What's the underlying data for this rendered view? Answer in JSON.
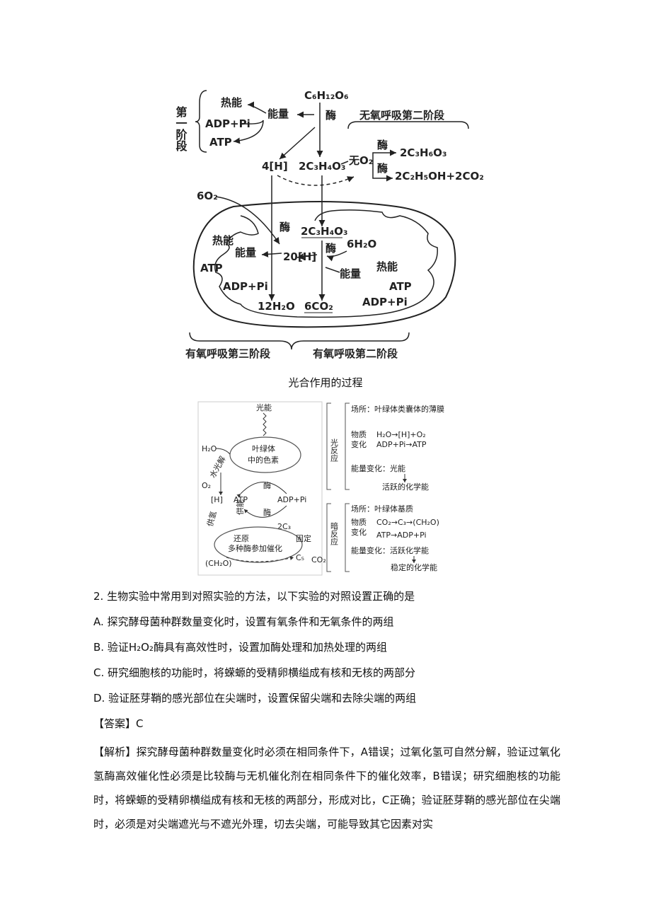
{
  "figure1": {
    "stage1_label": "第一阶段",
    "glucose": "C₆H₁₂O₆",
    "heat_top": "热能",
    "energy_top": "能量",
    "enzyme_top": "酶",
    "adp_pi_top": "ADP+Pi",
    "atp_top": "ATP",
    "h4": "4[H]",
    "pyruvate_top": "2C₃H₄O₃",
    "anaerobic_stage2": "无氧呼吸第二阶段",
    "no_o2": "无O₂",
    "enz_a": "酶",
    "enz_b": "酶",
    "lactate": "2C₃H₆O₃",
    "ethanol": "2C₂H₅OH+2CO₂",
    "o2_6": "6O₂",
    "enzyme_mid": "酶",
    "pyruvate_mito": "2C₃H₄O₃",
    "h20": "20[H]",
    "enzyme_mid2": "酶",
    "water6": "6H₂O",
    "heat_left": "热能",
    "energy_left": "能量",
    "atp_left": "ATP",
    "adp_pi_left": "ADP+Pi",
    "water12": "12H₂O",
    "co2_6": "6CO₂",
    "energy_right": "能量",
    "heat_right": "热能",
    "atp_right": "ATP",
    "adp_pi_right": "ADP+Pi",
    "aerobic_stage3": "有氧呼吸第三阶段",
    "aerobic_stage2": "有氧呼吸第二阶段"
  },
  "caption": "光合作用的过程",
  "figure2": {
    "light_energy": "光能",
    "pigments_line1": "叶绿体",
    "pigments_line2": "中的色素",
    "h2o": "H₂O",
    "photolysis": "水光解",
    "o2": "O₂",
    "h": "[H]",
    "atp": "ATP",
    "enzyme1": "酶",
    "adp_pi": "ADP+Pi",
    "supply_energy": "供能",
    "enzyme2": "酶",
    "supply_h": "供氢",
    "c3_2": "2C₃",
    "reduction": "还原",
    "multi_enzyme": "多种酶参加催化",
    "fixation": "固定",
    "ch2o": "(CH₂O)",
    "c5": "C₅",
    "co2": "CO₂",
    "lr_label": "光反应",
    "lr_site": "场所：叶绿体类囊体的薄膜",
    "lr_matter_label1": "物质",
    "lr_matter_label2": "变化",
    "lr_matter1": "H₂O→[H]+O₂",
    "lr_matter2": "ADP+Pi→ATP",
    "lr_energy": "能量变化：光能",
    "lr_energy2": "活跃的化学能",
    "dr_label": "暗反应",
    "dr_site": "场所：叶绿体基质",
    "dr_matter_label1": "物质",
    "dr_matter_label2": "变化",
    "dr_matter1": "CO₂→C₃→(CH₂O)",
    "dr_matter2": "ATP→ADP+Pi",
    "dr_energy": "能量变化：活跃化学能",
    "dr_energy2": "稳定的化学能"
  },
  "question": {
    "stem": "2. 生物实验中常用到对照实验的方法，以下实验的对照设置正确的是",
    "options": [
      "A. 探究酵母菌种群数量变化时，设置有氧条件和无氧条件的两组",
      "B. 验证H₂O₂酶具有高效性时，设置加酶处理和加热处理的两组",
      "C. 研究细胞核的功能时，将蝾螈的受精卵横缢成有核和无核的两部分",
      "D. 验证胚芽鞘的感光部位在尖端时，设置保留尖端和去除尖端的两组"
    ],
    "answer": "【答案】C",
    "analysis": "【解析】探究酵母菌种群数量变化时必须在相同条件下，A错误；过氧化氢可自然分解，验证过氧化氢酶高效催化性必须是比较酶与无机催化剂在相同条件下的催化效率，B错误；研究细胞核的功能时，将蝾螈的受精卵横缢成有核和无核的两部分，形成对比，C正确；验证胚芽鞘的感光部位在尖端时，必须是对尖端遮光与不遮光外理，切去尖端，可能导致其它因素对实"
  }
}
